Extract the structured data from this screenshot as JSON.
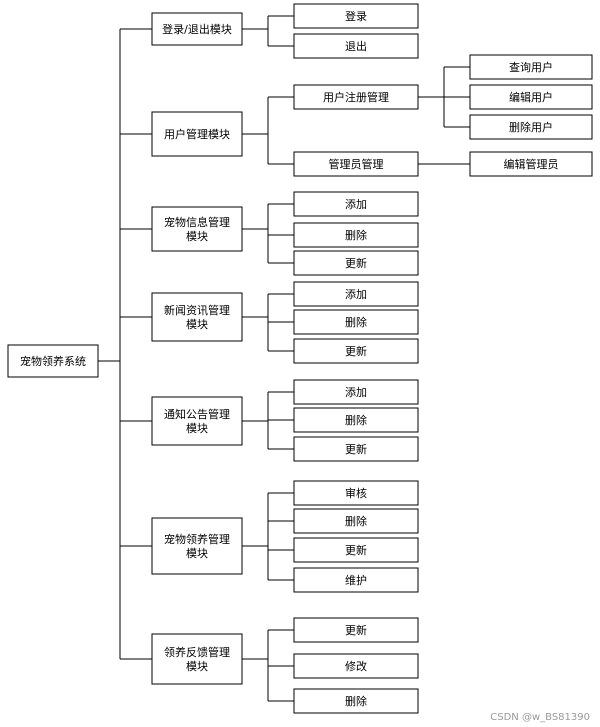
{
  "root": "宠物领养系统",
  "modules": [
    {
      "label": [
        "登录/退出模块"
      ],
      "children": [
        {
          "label": "登录"
        },
        {
          "label": "退出"
        }
      ]
    },
    {
      "label": [
        "用户管理模块"
      ],
      "children": [
        {
          "label": "用户注册管理",
          "children": [
            "查询用户",
            "编辑用户",
            "删除用户"
          ]
        },
        {
          "label": "管理员管理",
          "children": [
            "编辑管理员"
          ]
        }
      ]
    },
    {
      "label": [
        "宠物信息管理",
        "模块"
      ],
      "children": [
        {
          "label": "添加"
        },
        {
          "label": "删除"
        },
        {
          "label": "更新"
        }
      ]
    },
    {
      "label": [
        "新闻资讯管理",
        "模块"
      ],
      "children": [
        {
          "label": "添加"
        },
        {
          "label": "删除"
        },
        {
          "label": "更新"
        }
      ]
    },
    {
      "label": [
        "通知公告管理",
        "模块"
      ],
      "children": [
        {
          "label": "添加"
        },
        {
          "label": "删除"
        },
        {
          "label": "更新"
        }
      ]
    },
    {
      "label": [
        "宠物领养管理",
        "模块"
      ],
      "children": [
        {
          "label": "审核"
        },
        {
          "label": "删除"
        },
        {
          "label": "更新"
        },
        {
          "label": "维护"
        }
      ]
    },
    {
      "label": [
        "领养反馈管理",
        "模块"
      ],
      "children": [
        {
          "label": "更新"
        },
        {
          "label": "修改"
        },
        {
          "label": "删除"
        }
      ]
    }
  ],
  "watermark": "CSDN @w_BS81390"
}
